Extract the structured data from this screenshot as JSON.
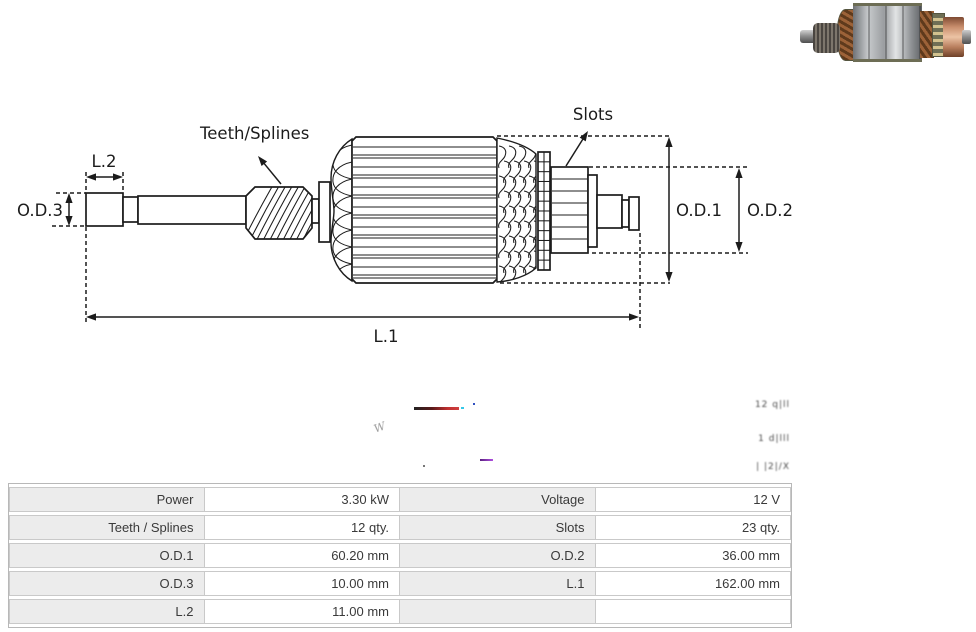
{
  "drawing": {
    "labels": {
      "od3": "O.D.3",
      "l2": "L.2",
      "teeth_splines": "Teeth/Splines",
      "slots": "Slots",
      "od1": "O.D.1",
      "od2": "O.D.2",
      "l1": "L.1"
    },
    "line_color": "#1c1c1c"
  },
  "photo": {
    "colors": {
      "core_gray": "#9a9da0",
      "copper": "#9c6238",
      "commutator": "#c98e6d",
      "lamination_olive": "#6d6d55"
    }
  },
  "artifacts": {
    "ghost_lines": [
      "12 q|ll",
      "1  d|lll",
      "|  |2|/X"
    ],
    "w_mark": "W"
  },
  "table": {
    "label_bg": "#ececec",
    "border_color": "#c9c9c9",
    "text_color": "#3a3a3a",
    "rows": [
      {
        "cells": [
          "Power",
          "3.30 kW",
          "Voltage",
          "12 V"
        ]
      },
      {
        "cells": [
          "Teeth / Splines",
          "12 qty.",
          "Slots",
          "23 qty."
        ]
      },
      {
        "cells": [
          "O.D.1",
          "60.20 mm",
          "O.D.2",
          "36.00 mm"
        ]
      },
      {
        "cells": [
          "O.D.3",
          "10.00 mm",
          "L.1",
          "162.00 mm"
        ]
      },
      {
        "cells": [
          "L.2",
          "11.00 mm",
          "",
          ""
        ]
      }
    ]
  }
}
